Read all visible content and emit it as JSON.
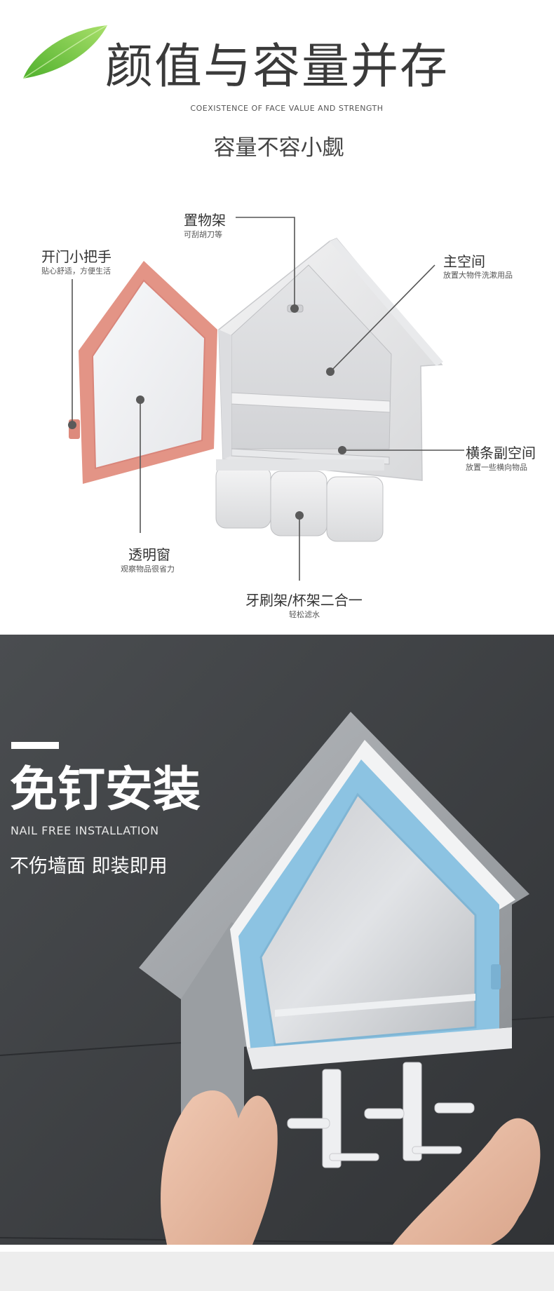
{
  "header": {
    "title": "颜值与容量并存",
    "subtitle_en": "COEXISTENCE OF FACE VALUE AND STRENGTH",
    "subtitle_cn": "容量不容小觑"
  },
  "features": [
    {
      "label": "置物架",
      "sub": "可刮胡刀等"
    },
    {
      "label": "开门小把手",
      "sub": "贴心舒适，方便生活"
    },
    {
      "label": "主空间",
      "sub": "放置大物件洗漱用品"
    },
    {
      "label": "横条副空间",
      "sub": "放置一些横向物品"
    },
    {
      "label": "透明窗",
      "sub": "观察物品很省力"
    },
    {
      "label": "牙刷架/杯架二合一",
      "sub": "轻松滤水"
    }
  ],
  "install": {
    "title": "免钉安装",
    "subtitle_en": "NAIL FREE INSTALLATION",
    "subtitle_cn": "不伤墙面 即装即用"
  },
  "colors": {
    "door_pink": "#e39486",
    "door_blue": "#8cc3e2",
    "wall": "#3f4245",
    "leaf": "#7cc842"
  }
}
